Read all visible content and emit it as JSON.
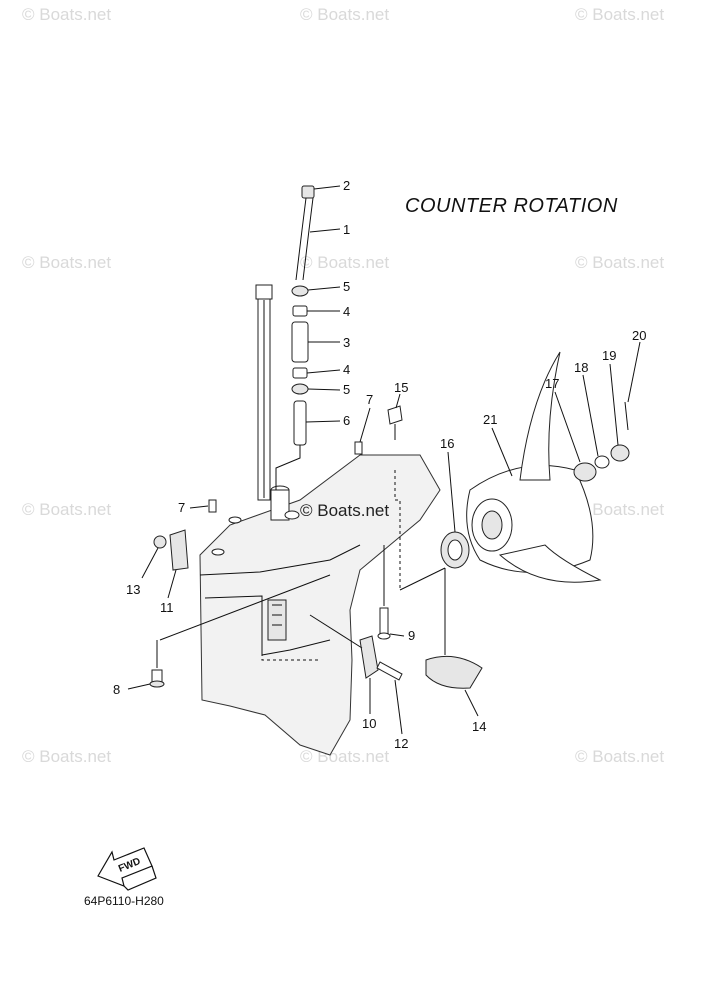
{
  "title": "COUNTER  ROTATION",
  "diagram_code": "64P6110-H280",
  "fwd_label": "FWD",
  "watermark": "© Boats.net",
  "center_watermark": "© Boats.net",
  "callouts": [
    "1",
    "2",
    "3",
    "4",
    "5",
    "6",
    "7",
    "8",
    "9",
    "10",
    "11",
    "12",
    "13",
    "14",
    "15",
    "16",
    "17",
    "18",
    "19",
    "20",
    "21"
  ],
  "callout_labels": {
    "c1": "1",
    "c2": "2",
    "c3": "3",
    "c4a": "4",
    "c4b": "4",
    "c5a": "5",
    "c5b": "5",
    "c6": "6",
    "c7a": "7",
    "c7b": "7",
    "c8": "8",
    "c9": "9",
    "c10": "10",
    "c11": "11",
    "c12": "12",
    "c13": "13",
    "c14": "14",
    "c15": "15",
    "c16": "16",
    "c17": "17",
    "c18": "18",
    "c19": "19",
    "c20": "20",
    "c21": "21"
  }
}
